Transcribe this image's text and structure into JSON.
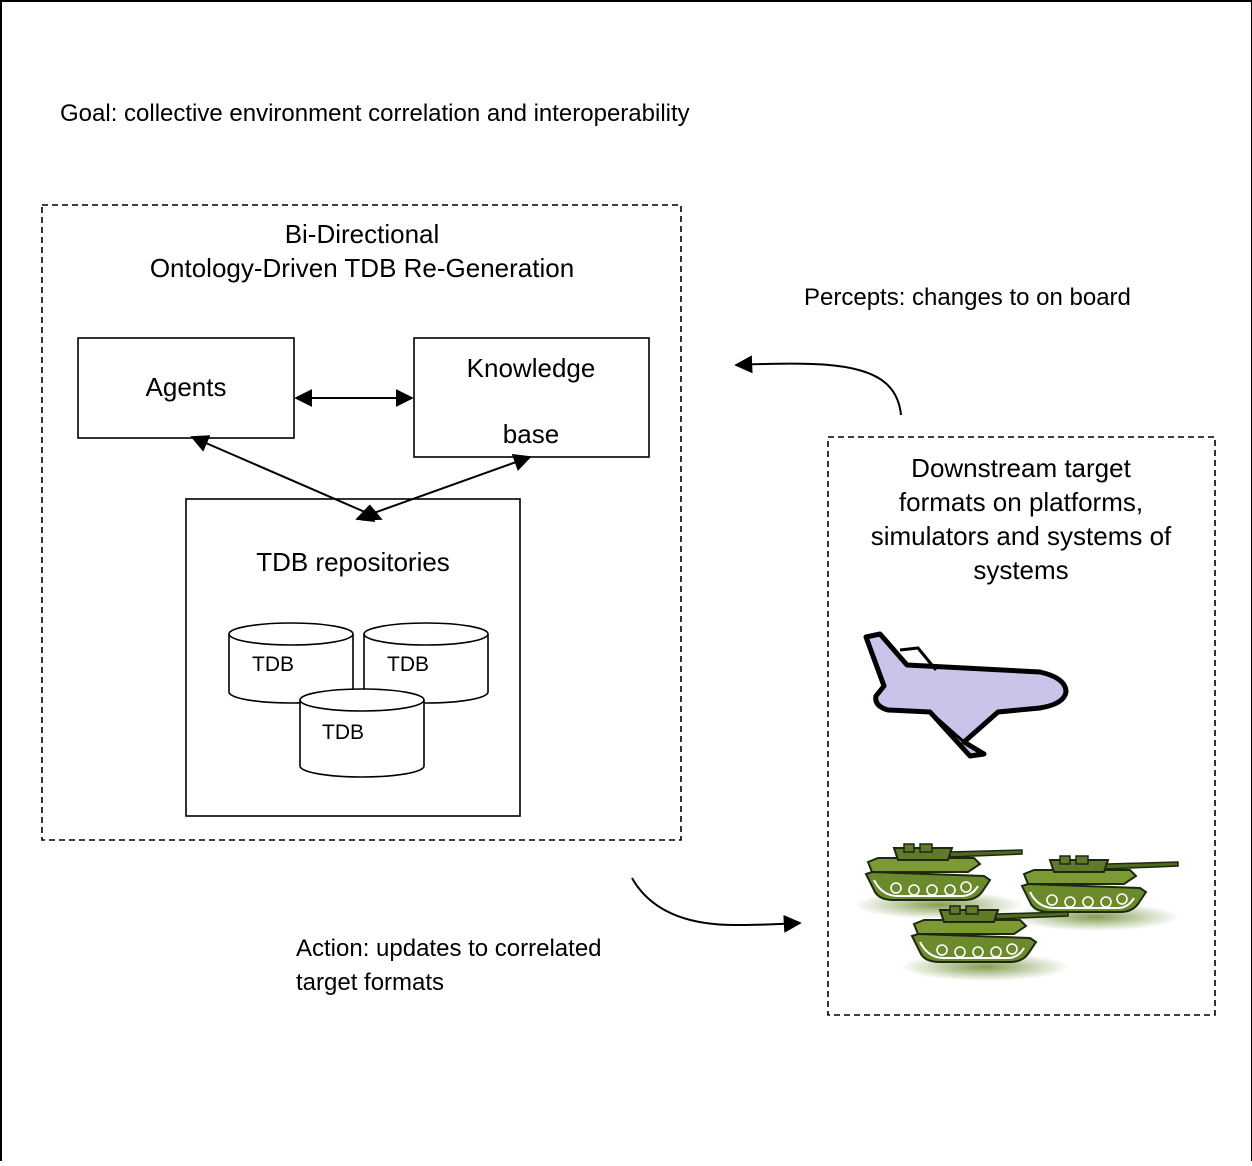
{
  "goal_text": "Goal: collective environment correlation and interoperability",
  "regen_box": {
    "title_line1": "Bi-Directional",
    "title_line2": "Ontology-Driven TDB Re-Generation"
  },
  "agents_label": "Agents",
  "knowledge_base": {
    "line1": "Knowledge",
    "line2": "base"
  },
  "repositories": {
    "title": "TDB repositories",
    "db_labels": [
      "TDB",
      "TDB",
      "TDB"
    ]
  },
  "percepts_text": "Percepts: changes to on board",
  "action_text": {
    "line1": "Action: updates to correlated",
    "line2": "target formats"
  },
  "downstream_box": {
    "line1": "Downstream target",
    "line2": "formats on platforms,",
    "line3": "simulators and systems of",
    "line4": "systems"
  },
  "icons": [
    "airplane-icon",
    "tank-icon"
  ],
  "colors": {
    "airplane_fill": "#c8c4ea",
    "tank_fill": "#6b8a2c",
    "tank_shadow": "#6e8d35",
    "stroke": "#000000"
  }
}
